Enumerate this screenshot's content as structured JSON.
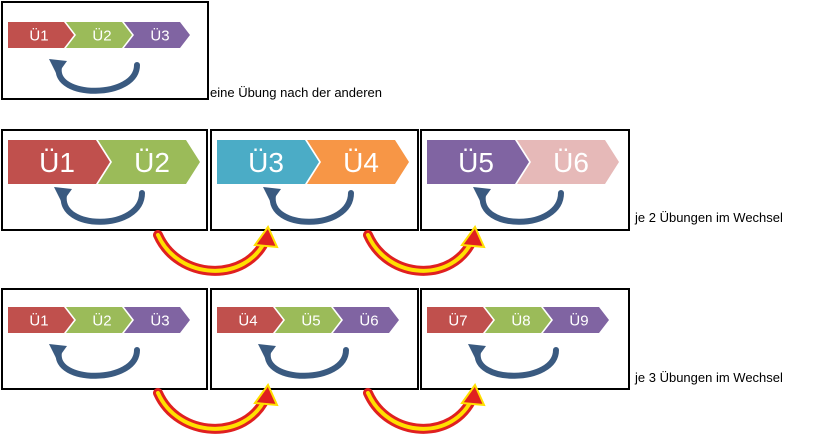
{
  "colors": {
    "red": "#c0504d",
    "green": "#9bbb59",
    "purple": "#8064a2",
    "teal": "#4bacc6",
    "orange": "#f79646",
    "pink": "#e6b9b8",
    "loop_arrow": "#3a5a80",
    "transition_outer": "#e02020",
    "transition_inner": "#ffe000"
  },
  "rows": [
    {
      "caption": "eine Übung nach der anderen",
      "groups": [
        {
          "labels": [
            "Ü1",
            "Ü2",
            "Ü3"
          ],
          "colors": [
            "red",
            "green",
            "purple"
          ]
        }
      ]
    },
    {
      "caption": "je 2 Übungen im Wechsel",
      "groups": [
        {
          "labels": [
            "Ü1",
            "Ü2"
          ],
          "colors": [
            "red",
            "green"
          ]
        },
        {
          "labels": [
            "Ü3",
            "Ü4"
          ],
          "colors": [
            "teal",
            "orange"
          ]
        },
        {
          "labels": [
            "Ü5",
            "Ü6"
          ],
          "colors": [
            "purple",
            "pink"
          ]
        }
      ]
    },
    {
      "caption": "je 3 Übungen im Wechsel",
      "groups": [
        {
          "labels": [
            "Ü1",
            "Ü2",
            "Ü3"
          ],
          "colors": [
            "red",
            "green",
            "purple"
          ]
        },
        {
          "labels": [
            "Ü4",
            "Ü5",
            "Ü6"
          ],
          "colors": [
            "red",
            "green",
            "purple"
          ]
        },
        {
          "labels": [
            "Ü7",
            "Ü8",
            "Ü9"
          ],
          "colors": [
            "red",
            "green",
            "purple"
          ]
        }
      ]
    }
  ]
}
